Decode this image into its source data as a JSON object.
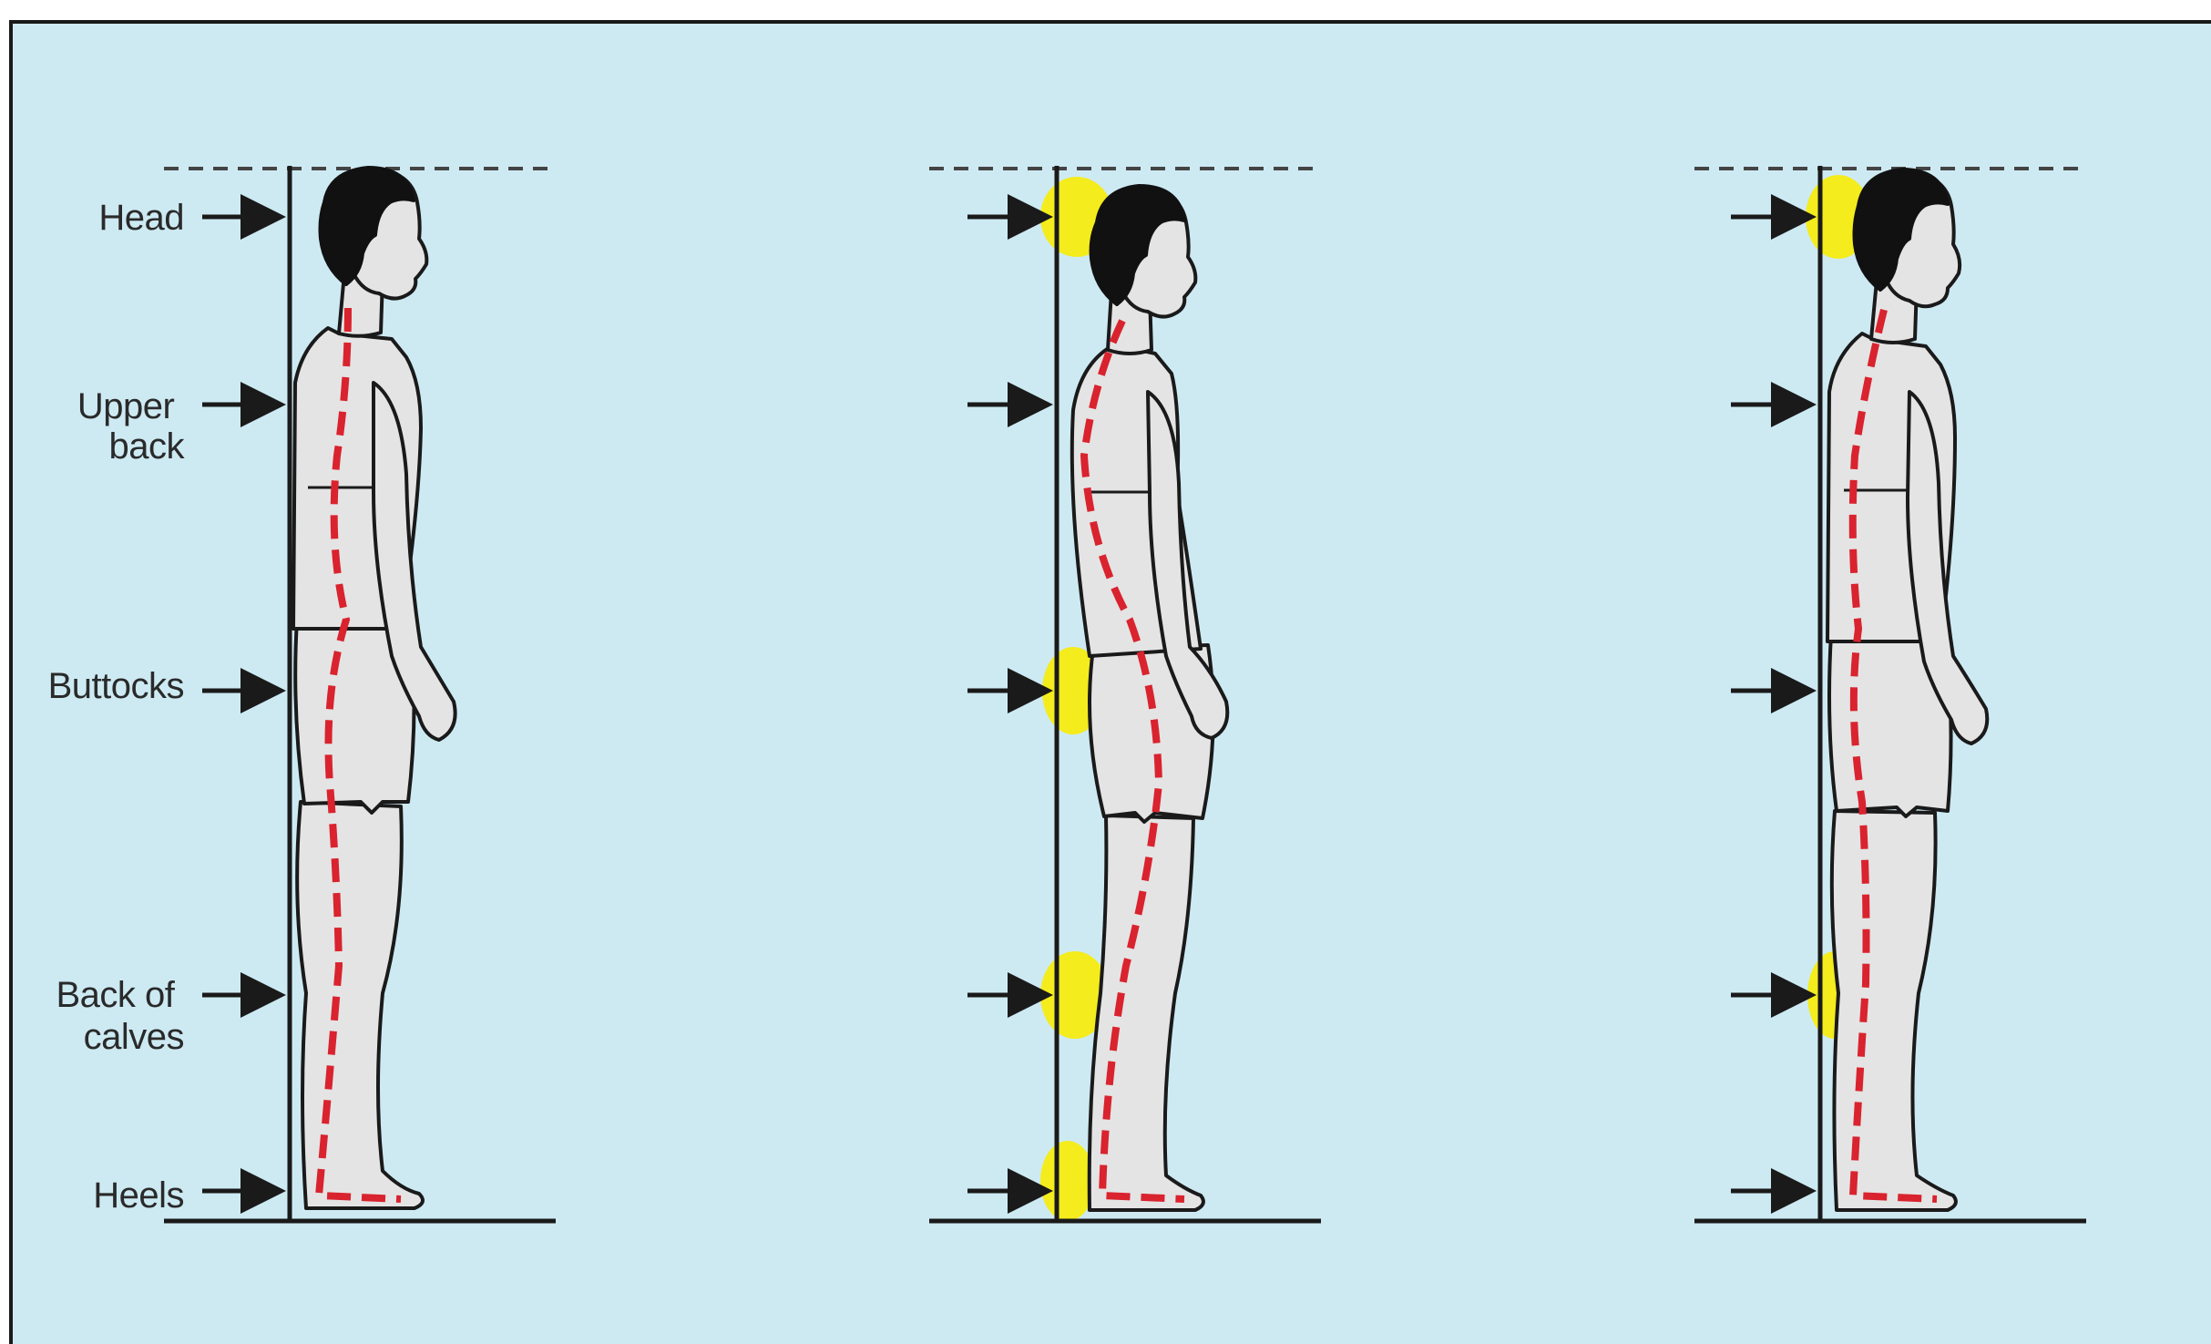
{
  "colors": {
    "background": "#cdeaf3",
    "contact_highlight": "#f4ec1c",
    "spine_line": "#d9232e",
    "skin": "#e4e4e4",
    "outline": "#1a1a1a",
    "hair": "#111111"
  },
  "labels": {
    "head": [
      "Head"
    ],
    "upper_back": [
      "Upper",
      "back"
    ],
    "buttocks": [
      "Buttocks"
    ],
    "calves": [
      "Back of",
      "calves"
    ],
    "heels": [
      "Heels"
    ]
  },
  "figures": [
    {
      "id": "figure-1",
      "posture": "correct",
      "highlighted_contacts": []
    },
    {
      "id": "figure-2",
      "posture": "sway",
      "highlighted_contacts": [
        "head",
        "buttocks",
        "calves",
        "heels"
      ]
    },
    {
      "id": "figure-3",
      "posture": "flat",
      "highlighted_contacts": [
        "head",
        "calves"
      ]
    }
  ],
  "contact_points": [
    "head",
    "upper_back",
    "buttocks",
    "calves",
    "heels"
  ],
  "icons": [
    "arrow-right-icon",
    "wall-line",
    "floor-line",
    "dashed-top-line"
  ]
}
